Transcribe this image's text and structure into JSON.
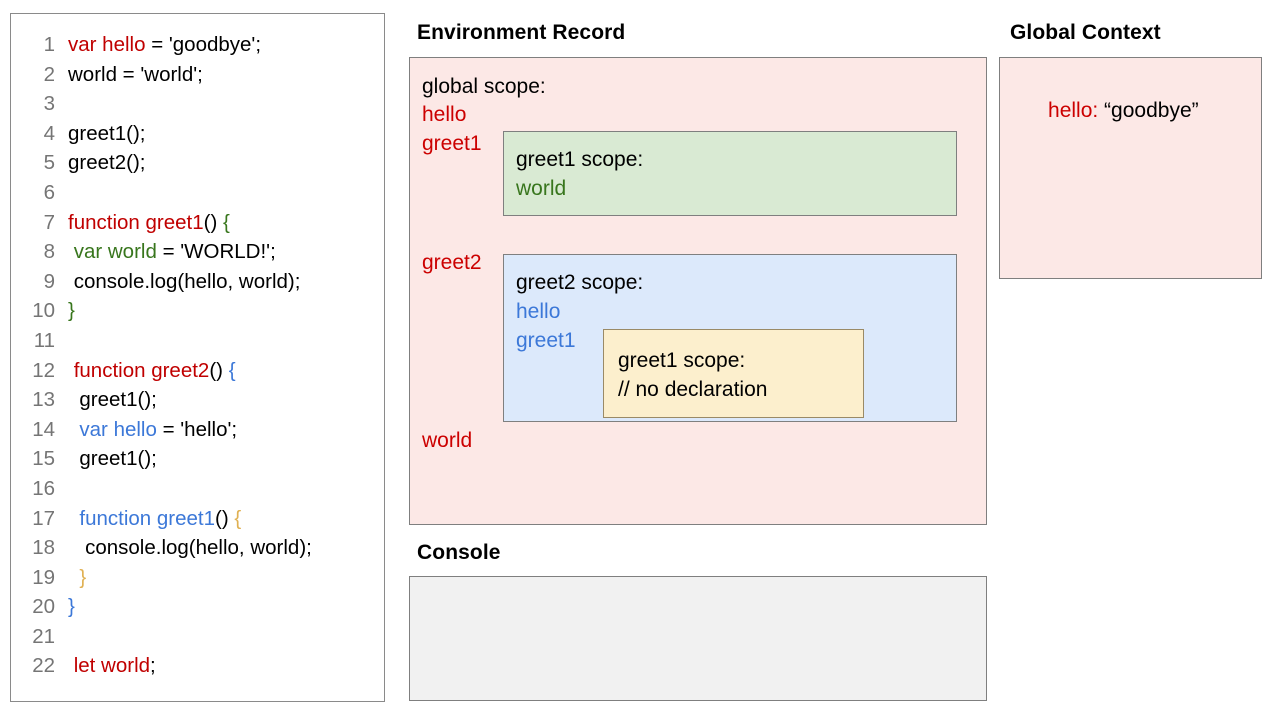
{
  "code_panel": {
    "name": "javascript-source",
    "lines": [
      {
        "number": "1",
        "tokens": [
          {
            "t": "var hello",
            "c": "red"
          },
          {
            "t": " = 'goodbye';",
            "c": "black"
          }
        ]
      },
      {
        "number": "2",
        "tokens": [
          {
            "t": "world = 'world';",
            "c": "black"
          }
        ]
      },
      {
        "number": "3",
        "tokens": [
          {
            "t": "",
            "c": "black"
          }
        ]
      },
      {
        "number": "4",
        "tokens": [
          {
            "t": "greet1();",
            "c": "black"
          }
        ]
      },
      {
        "number": "5",
        "tokens": [
          {
            "t": "greet2();",
            "c": "black"
          }
        ]
      },
      {
        "number": "6",
        "tokens": [
          {
            "t": "",
            "c": "black"
          }
        ]
      },
      {
        "number": "7",
        "tokens": [
          {
            "t": "function greet1",
            "c": "red"
          },
          {
            "t": "() ",
            "c": "black"
          },
          {
            "t": "{",
            "c": "green"
          }
        ]
      },
      {
        "number": "8",
        "tokens": [
          {
            "t": " ",
            "c": "black"
          },
          {
            "t": "var world",
            "c": "green"
          },
          {
            "t": " = 'WORLD!';",
            "c": "black"
          }
        ]
      },
      {
        "number": "9",
        "tokens": [
          {
            "t": " console.log(hello, world);",
            "c": "black"
          }
        ]
      },
      {
        "number": "10",
        "tokens": [
          {
            "t": "}",
            "c": "green"
          }
        ]
      },
      {
        "number": "11",
        "tokens": [
          {
            "t": "",
            "c": "black"
          }
        ]
      },
      {
        "number": "12",
        "tokens": [
          {
            "t": " ",
            "c": "black"
          },
          {
            "t": "function greet2",
            "c": "red"
          },
          {
            "t": "() ",
            "c": "black"
          },
          {
            "t": "{",
            "c": "blue"
          }
        ]
      },
      {
        "number": "13",
        "tokens": [
          {
            "t": "  greet1();",
            "c": "black"
          }
        ]
      },
      {
        "number": "14",
        "tokens": [
          {
            "t": "  ",
            "c": "black"
          },
          {
            "t": "var hello",
            "c": "blue"
          },
          {
            "t": " = 'hello';",
            "c": "black"
          }
        ]
      },
      {
        "number": "15",
        "tokens": [
          {
            "t": "  greet1();",
            "c": "black"
          }
        ]
      },
      {
        "number": "16",
        "tokens": [
          {
            "t": "",
            "c": "black"
          }
        ]
      },
      {
        "number": "17",
        "tokens": [
          {
            "t": "  ",
            "c": "black"
          },
          {
            "t": "function greet1",
            "c": "blue"
          },
          {
            "t": "() ",
            "c": "black"
          },
          {
            "t": "{",
            "c": "tan"
          }
        ]
      },
      {
        "number": "18",
        "tokens": [
          {
            "t": "   console.log(hello, world);",
            "c": "black"
          }
        ]
      },
      {
        "number": "19",
        "tokens": [
          {
            "t": "  ",
            "c": "black"
          },
          {
            "t": "}",
            "c": "tan"
          }
        ]
      },
      {
        "number": "20",
        "tokens": [
          {
            "t": "}",
            "c": "blue"
          }
        ]
      },
      {
        "number": "21",
        "tokens": [
          {
            "t": "",
            "c": "black"
          }
        ]
      },
      {
        "number": "22",
        "tokens": [
          {
            "t": " ",
            "c": "black"
          },
          {
            "t": "let world",
            "c": "red"
          },
          {
            "t": ";",
            "c": "black"
          }
        ]
      }
    ]
  },
  "environment_record": {
    "title": "Environment Record",
    "global_scope": {
      "heading": "global scope:",
      "bindings": [
        "hello",
        "greet1",
        "greet2",
        "world"
      ]
    },
    "greet1_scope": {
      "heading": "greet1 scope:",
      "bindings": [
        "world"
      ]
    },
    "greet2_scope": {
      "heading": "greet2 scope:",
      "bindings": [
        "hello",
        "greet1"
      ]
    },
    "greet1_inner_scope": {
      "heading": "greet1 scope:",
      "note": "// no declaration"
    }
  },
  "console": {
    "title": "Console",
    "output": ""
  },
  "global_context": {
    "title": "Global Context",
    "entries": [
      {
        "key": "hello:",
        "value": " “goodbye”"
      }
    ]
  },
  "colors": {
    "pink_panel": "#fce8e6",
    "green_scope": "#d9ead3",
    "blue_scope": "#dce9fb",
    "yellow_scope": "#fcefcd",
    "console_bg": "#f1f1f1",
    "token_red": "#c00000",
    "token_green": "#38761d",
    "token_blue": "#3c78d8",
    "token_tan": "#e0b153",
    "border": "#7f7f7f"
  }
}
